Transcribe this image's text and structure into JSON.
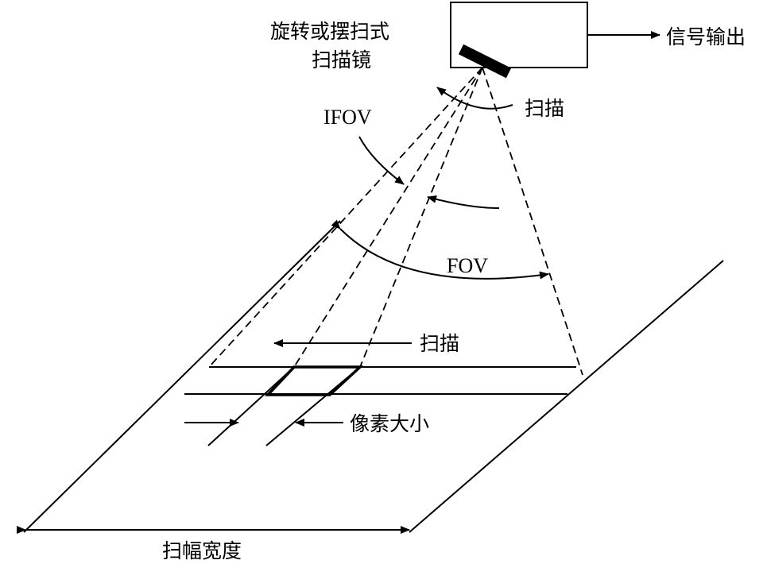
{
  "labels": {
    "mirror_line1": "旋转或摆扫式",
    "mirror_line2": "扫描镜",
    "signal_output": "信号输出",
    "scan_mirror": "扫描",
    "ifov": "IFOV",
    "fov": "FOV",
    "scan_ground": "扫描",
    "pixel_size": "像素大小",
    "swath_width": "扫幅宽度"
  }
}
